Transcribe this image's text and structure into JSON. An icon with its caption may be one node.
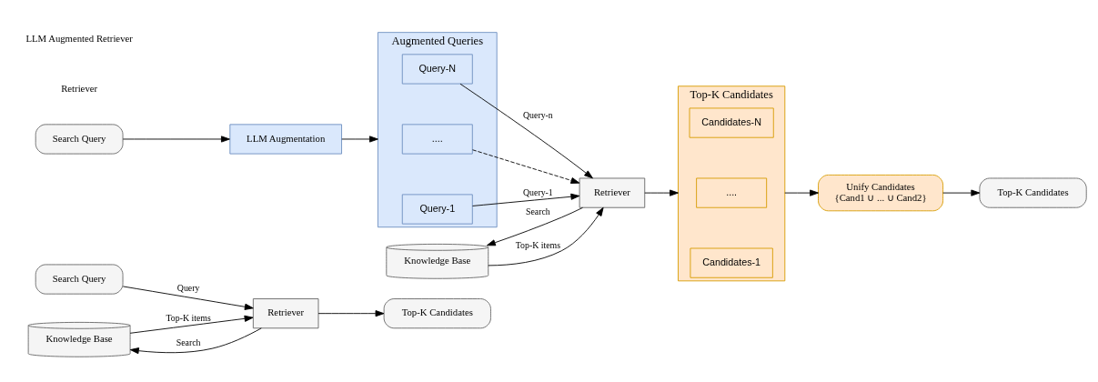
{
  "diagram": {
    "nodes": [
      {
        "text": [
          "Search Query"
        ]
      },
      {
        "text": [
          "Knowledge Base"
        ]
      },
      {
        "text": [
          "Retriever"
        ]
      },
      {
        "text": [
          "Top-K Candidates"
        ]
      },
      {
        "text": [
          "Search Query"
        ]
      },
      {
        "text": [
          "LLM Augmentation"
        ]
      },
      {
        "text": [
          "Augmented Queries"
        ]
      },
      {
        "text": [
          "Query-1"
        ],
        "in": 6
      },
      {
        "text": [
          "...."
        ],
        "in": 6
      },
      {
        "text": [
          "Query-N"
        ],
        "in": 6
      },
      {
        "text": [
          "Knowledge Base"
        ]
      },
      {
        "text": [
          "Retriever"
        ]
      },
      {
        "text": [
          "Top-K Candidates"
        ]
      },
      {
        "text": [
          "Candidates-1"
        ],
        "in": 12
      },
      {
        "text": [
          "...."
        ],
        "in": 12
      },
      {
        "text": [
          "Candidates-N"
        ],
        "in": 12
      },
      {
        "text": [
          "Unify Candidates",
          "{Cand1 ∪ ... ∪ Cand2}"
        ]
      },
      {
        "text": [
          "Top-K Candidates"
        ]
      }
    ],
    "edges": [
      {
        "from": 0,
        "to": 2,
        "arrow": "to",
        "label": "Query"
      },
      {
        "from": 2,
        "to": 1,
        "arrow": "to",
        "label": "Search"
      },
      {
        "from": 1,
        "to": 2,
        "arrow": "to",
        "label": "Top-K items"
      },
      {
        "from": 2,
        "to": 3,
        "arrow": "to"
      },
      {
        "from": 4,
        "to": 5,
        "arrow": "to"
      },
      {
        "from": 5,
        "to": 6,
        "arrow": "to"
      },
      {
        "from": 7,
        "to": 11,
        "arrow": "to",
        "label": "Query-1"
      },
      {
        "from": 8,
        "to": 11,
        "arrow": "to",
        "style": "dashed"
      },
      {
        "from": 9,
        "to": 11,
        "arrow": "to",
        "label": "Query-n"
      },
      {
        "from": 11,
        "to": 10,
        "arrow": "to",
        "label": "Search"
      },
      {
        "from": 10,
        "to": 11,
        "arrow": "to",
        "label": "Top-K items"
      },
      {
        "from": 11,
        "to": 12,
        "arrow": "to"
      },
      {
        "from": 12,
        "to": 16,
        "arrow": "to"
      },
      {
        "from": 16,
        "to": 17,
        "arrow": "to"
      }
    ],
    "labels": [
      "Retriever",
      "LLM Augmented Retriever"
    ]
  }
}
